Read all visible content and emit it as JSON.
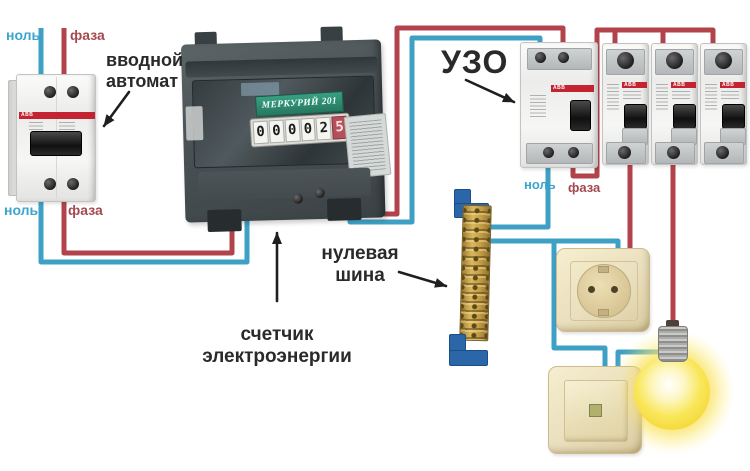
{
  "colors": {
    "neutral_wire": "#3FA0C6",
    "phase_wire": "#B2434B",
    "neutral_label": "#3BA5CC",
    "phase_label": "#A3484E",
    "annotation": "#2A2A2A",
    "device_stripe_red": "#C42432",
    "bus_brass": "#C9A74B",
    "bus_bracket_blue": "#2B66A8",
    "fixture_beige": "#EADFBE",
    "bulb_glow_yellow": "#F6E348"
  },
  "wire_labels": {
    "neutral": "ноль",
    "phase": "фаза"
  },
  "annotations": {
    "input_breaker_line1": "вводной",
    "input_breaker_line2": "автомат",
    "rcd": "УЗО",
    "neutral_bus_line1": "нулевая",
    "neutral_bus_line2": "шина",
    "meter_line1": "счетчик",
    "meter_line2": "электроэнергии"
  },
  "meter": {
    "brand": "МЕРКУРИЙ 201",
    "reading": [
      "0",
      "0",
      "0",
      "0",
      "2",
      "5"
    ]
  },
  "devices": {
    "breaker_brand": "ABB"
  }
}
